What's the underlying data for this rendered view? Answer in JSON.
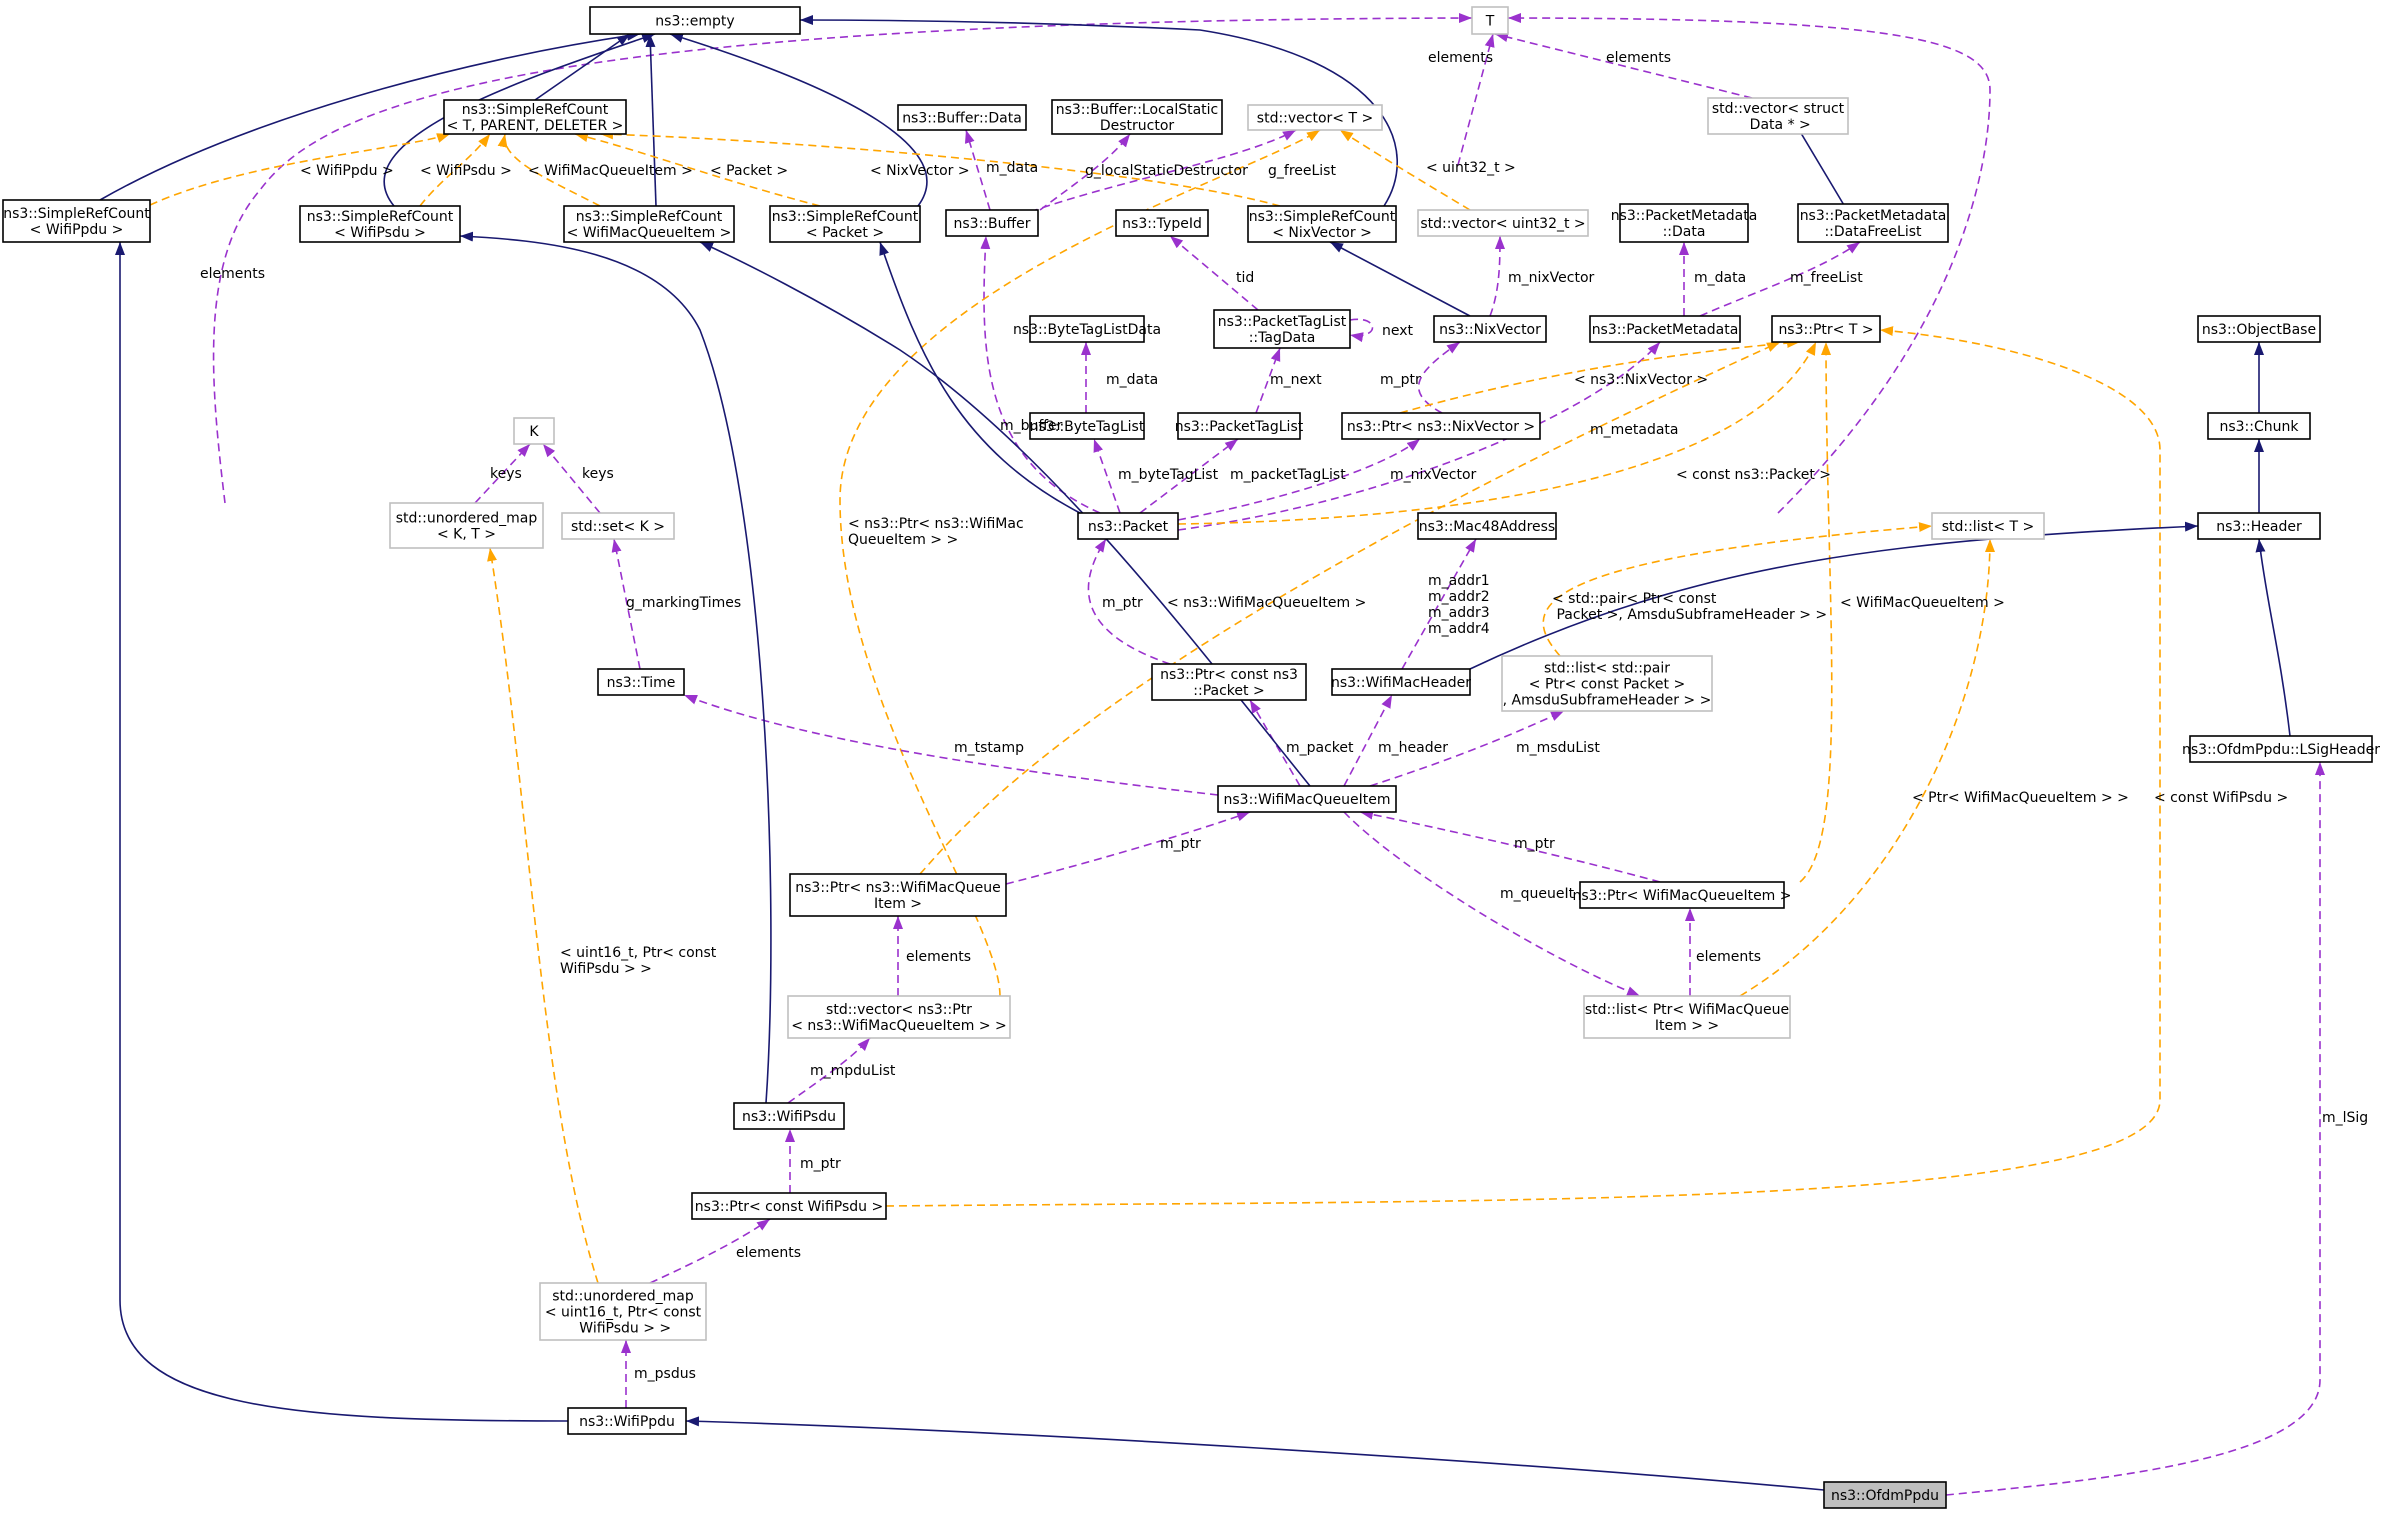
{
  "colors": {
    "inherit": "#191970",
    "usage": "#9a32cd",
    "template": "#ffa500",
    "focus_fill": "#bfbfbf",
    "grey_border": "#bfbfbf"
  },
  "nodes": {
    "empty": {
      "lines": [
        "ns3::empty"
      ]
    },
    "T": {
      "lines": [
        "T"
      ]
    },
    "src_T_P_D": {
      "lines": [
        "ns3::SimpleRefCount",
        "< T, PARENT, DELETER >"
      ]
    },
    "src_WifiPpdu": {
      "lines": [
        "ns3::SimpleRefCount",
        "< WifiPpdu >"
      ]
    },
    "src_WifiPsdu": {
      "lines": [
        "ns3::SimpleRefCount",
        "< WifiPsdu >"
      ]
    },
    "src_WifiMacQueueItem": {
      "lines": [
        "ns3::SimpleRefCount",
        "< WifiMacQueueItem >"
      ]
    },
    "src_Packet": {
      "lines": [
        "ns3::SimpleRefCount",
        "< Packet >"
      ]
    },
    "src_NixVector": {
      "lines": [
        "ns3::SimpleRefCount",
        "< NixVector >"
      ]
    },
    "buffer_data": {
      "lines": [
        "ns3::Buffer::Data"
      ]
    },
    "buffer_lsd": {
      "lines": [
        "ns3::Buffer::LocalStatic",
        "Destructor"
      ]
    },
    "vector_T": {
      "lines": [
        "std::vector< T >"
      ]
    },
    "vector_struct": {
      "lines": [
        "std::vector< struct",
        " Data * >"
      ]
    },
    "buffer": {
      "lines": [
        "ns3::Buffer"
      ]
    },
    "typeid": {
      "lines": [
        "ns3::TypeId"
      ]
    },
    "vector_uint32": {
      "lines": [
        "std::vector< uint32_t >"
      ]
    },
    "pm_data": {
      "lines": [
        "ns3::PacketMetadata",
        "::Data"
      ]
    },
    "pm_dfl": {
      "lines": [
        "ns3::PacketMetadata",
        "::DataFreeList"
      ]
    },
    "btld": {
      "lines": [
        "ns3::ByteTagListData"
      ]
    },
    "ptl_tagdata": {
      "lines": [
        "ns3::PacketTagList",
        "::TagData"
      ]
    },
    "nixvector": {
      "lines": [
        "ns3::NixVector"
      ]
    },
    "pm": {
      "lines": [
        "ns3::PacketMetadata"
      ]
    },
    "ptr_T": {
      "lines": [
        "ns3::Ptr< T >"
      ]
    },
    "objectbase": {
      "lines": [
        "ns3::ObjectBase"
      ]
    },
    "btl": {
      "lines": [
        "ns3::ByteTagList"
      ]
    },
    "ptl": {
      "lines": [
        "ns3::PacketTagList"
      ]
    },
    "ptr_nix": {
      "lines": [
        "ns3::Ptr< ns3::NixVector >"
      ]
    },
    "chunk": {
      "lines": [
        "ns3::Chunk"
      ]
    },
    "K": {
      "lines": [
        "K"
      ]
    },
    "umap_KT": {
      "lines": [
        "std::unordered_map",
        "< K, T >"
      ]
    },
    "set_K": {
      "lines": [
        "std::set< K >"
      ]
    },
    "packet": {
      "lines": [
        "ns3::Packet"
      ]
    },
    "mac48": {
      "lines": [
        "ns3::Mac48Address"
      ]
    },
    "list_T": {
      "lines": [
        "std::list< T >"
      ]
    },
    "header": {
      "lines": [
        "ns3::Header"
      ]
    },
    "time": {
      "lines": [
        "ns3::Time"
      ]
    },
    "ptr_cpacket": {
      "lines": [
        "ns3::Ptr< const ns3",
        "::Packet >"
      ]
    },
    "wifimacheader": {
      "lines": [
        "ns3::WifiMacHeader"
      ]
    },
    "list_pair": {
      "lines": [
        "std::list< std::pair",
        "< Ptr< const Packet >",
        ", AmsduSubframeHeader > >"
      ]
    },
    "lsig": {
      "lines": [
        "ns3::OfdmPpdu::LSigHeader"
      ]
    },
    "wmqi": {
      "lines": [
        "ns3::WifiMacQueueItem"
      ]
    },
    "ptr_ns3wmqi": {
      "lines": [
        "ns3::Ptr< ns3::WifiMacQueue",
        "Item >"
      ]
    },
    "ptr_wmqi": {
      "lines": [
        "ns3::Ptr< WifiMacQueueItem >"
      ]
    },
    "vector_ptr": {
      "lines": [
        "std::vector< ns3::Ptr",
        "< ns3::WifiMacQueueItem > >"
      ]
    },
    "list_ptr": {
      "lines": [
        "std::list< Ptr< WifiMacQueue",
        "Item > >"
      ]
    },
    "wifipsdu": {
      "lines": [
        "ns3::WifiPsdu"
      ]
    },
    "ptr_cpsdu": {
      "lines": [
        "ns3::Ptr< const WifiPsdu >"
      ]
    },
    "umap_uint16": {
      "lines": [
        "std::unordered_map",
        "< uint16_t, Ptr< const",
        " WifiPsdu > >"
      ]
    },
    "wifippdu": {
      "lines": [
        "ns3::WifiPpdu"
      ]
    },
    "ofdmppdu": {
      "lines": [
        "ns3::OfdmPpdu"
      ]
    }
  },
  "edges": [
    {
      "id": "e1",
      "lines": [
        "elements"
      ]
    },
    {
      "id": "e2",
      "lines": [
        "elements"
      ]
    },
    {
      "id": "e3",
      "lines": [
        "elements"
      ]
    },
    {
      "id": "e4",
      "lines": [
        "elements"
      ]
    },
    {
      "id": "e5",
      "lines": [
        "< WifiPpdu >"
      ]
    },
    {
      "id": "e6",
      "lines": [
        "< WifiPsdu >"
      ]
    },
    {
      "id": "e7",
      "lines": [
        "< WifiMacQueueItem >"
      ]
    },
    {
      "id": "e8",
      "lines": [
        "< Packet >"
      ]
    },
    {
      "id": "e9",
      "lines": [
        "< NixVector >"
      ]
    },
    {
      "id": "e10",
      "lines": [
        "m_data"
      ]
    },
    {
      "id": "e11",
      "lines": [
        "g_localStaticDestructor"
      ]
    },
    {
      "id": "e12",
      "lines": [
        "g_freeList"
      ]
    },
    {
      "id": "e13",
      "lines": [
        "< uint32_t >"
      ]
    },
    {
      "id": "e14",
      "lines": [
        "m_nixVector"
      ]
    },
    {
      "id": "e15",
      "lines": [
        "m_data"
      ]
    },
    {
      "id": "e16",
      "lines": [
        "m_freeList"
      ]
    },
    {
      "id": "e17",
      "lines": [
        "tid"
      ]
    },
    {
      "id": "e18",
      "lines": [
        "next"
      ]
    },
    {
      "id": "e19",
      "lines": [
        "m_data"
      ]
    },
    {
      "id": "e20",
      "lines": [
        "m_next"
      ]
    },
    {
      "id": "e21",
      "lines": [
        "m_ptr"
      ]
    },
    {
      "id": "e22",
      "lines": [
        "m_buffer"
      ]
    },
    {
      "id": "e23",
      "lines": [
        "m_byteTagList"
      ]
    },
    {
      "id": "e24",
      "lines": [
        "m_packetTagList"
      ]
    },
    {
      "id": "e25",
      "lines": [
        "m_nixVector"
      ]
    },
    {
      "id": "e26",
      "lines": [
        "m_metadata"
      ]
    },
    {
      "id": "e27",
      "lines": [
        "< ns3::NixVector >"
      ]
    },
    {
      "id": "e28",
      "lines": [
        "< const ns3::Packet >"
      ]
    },
    {
      "id": "e29",
      "lines": [
        "keys"
      ]
    },
    {
      "id": "e30",
      "lines": [
        "keys"
      ]
    },
    {
      "id": "e31",
      "lines": [
        "g_markingTimes"
      ]
    },
    {
      "id": "e32",
      "lines": [
        "m_ptr"
      ]
    },
    {
      "id": "e33",
      "lines": [
        "< ns3::Ptr< ns3::WifiMac",
        "QueueItem > >"
      ]
    },
    {
      "id": "e34",
      "lines": [
        "< ns3::WifiMacQueueItem >"
      ]
    },
    {
      "id": "e35",
      "lines": [
        "m_addr1",
        "m_addr2",
        "m_addr3",
        "m_addr4"
      ]
    },
    {
      "id": "e36",
      "lines": [
        "< std::pair< Ptr< const",
        " Packet >, AmsduSubframeHeader > >"
      ]
    },
    {
      "id": "e37",
      "lines": [
        "< WifiMacQueueItem >"
      ]
    },
    {
      "id": "e38",
      "lines": [
        "m_tstamp"
      ]
    },
    {
      "id": "e39",
      "lines": [
        "m_packet"
      ]
    },
    {
      "id": "e40",
      "lines": [
        "m_header"
      ]
    },
    {
      "id": "e41",
      "lines": [
        "m_msduList"
      ]
    },
    {
      "id": "e42",
      "lines": [
        "< const WifiPsdu >"
      ]
    },
    {
      "id": "e43",
      "lines": [
        "m_ptr"
      ]
    },
    {
      "id": "e44",
      "lines": [
        "m_ptr"
      ]
    },
    {
      "id": "e45",
      "lines": [
        "m_queueIt"
      ]
    },
    {
      "id": "e46",
      "lines": [
        "< Ptr< WifiMacQueueItem > >"
      ]
    },
    {
      "id": "e47",
      "lines": [
        "elements"
      ]
    },
    {
      "id": "e48",
      "lines": [
        "elements"
      ]
    },
    {
      "id": "e49",
      "lines": [
        "m_mpduList"
      ]
    },
    {
      "id": "e50",
      "lines": [
        "< uint16_t, Ptr< const",
        "WifiPsdu > >"
      ]
    },
    {
      "id": "e51",
      "lines": [
        "m_ptr"
      ]
    },
    {
      "id": "e52",
      "lines": [
        "elements"
      ]
    },
    {
      "id": "e53",
      "lines": [
        "m_psdus"
      ]
    },
    {
      "id": "e54",
      "lines": [
        "m_lSig"
      ]
    }
  ]
}
